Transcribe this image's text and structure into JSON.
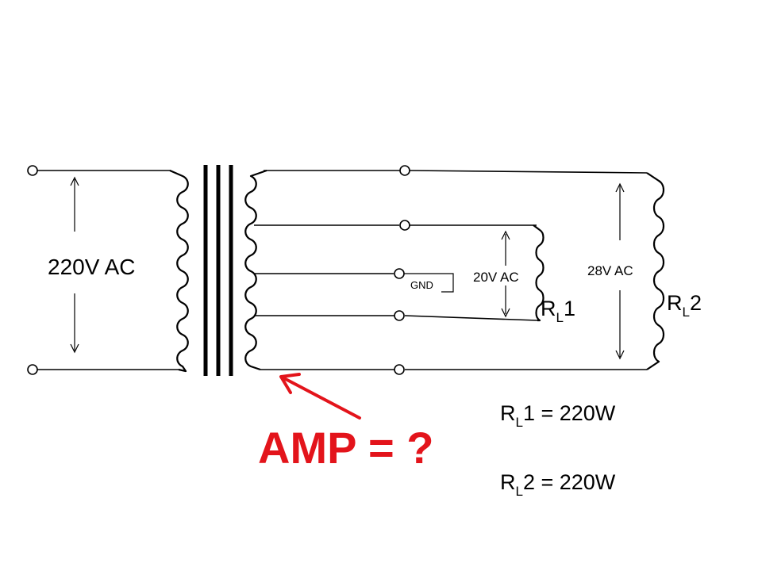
{
  "diagram": {
    "primary_voltage_label": "220V AC",
    "gnd_label": "GND",
    "tap_voltage_label": "20V AC",
    "full_voltage_label": "28V AC",
    "load1": {
      "main": "R",
      "sub": "L",
      "suffix": "1"
    },
    "load2": {
      "main": "R",
      "sub": "L",
      "suffix": "2"
    },
    "question": "AMP = ?",
    "specs": [
      {
        "main": "R",
        "sub": "L",
        "rest": "1 = 220W"
      },
      {
        "main": "R",
        "sub": "L",
        "rest": "2 = 220W"
      }
    ],
    "colors": {
      "line": "#000000",
      "accent": "#e3141b"
    }
  }
}
